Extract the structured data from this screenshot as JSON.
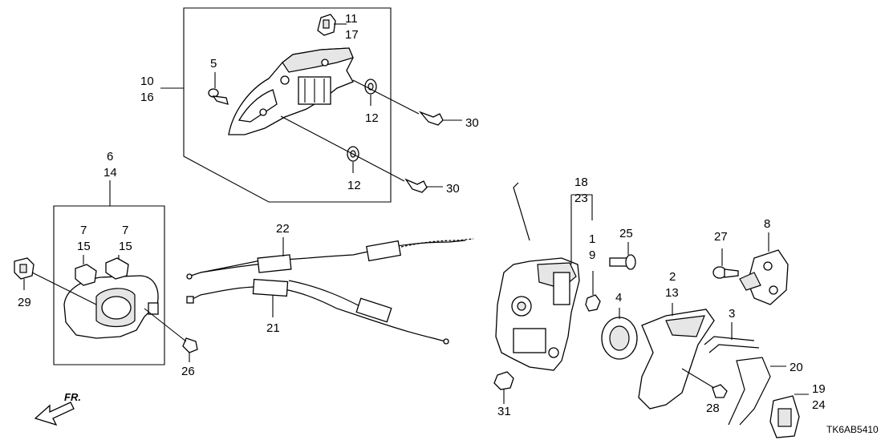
{
  "labels": {
    "p1": "1",
    "p2": "2",
    "p3": "3",
    "p4": "4",
    "p5": "5",
    "p6": "6",
    "p7a": "7",
    "p7b": "7",
    "p8": "8",
    "p9": "9",
    "p10": "10",
    "p11": "11",
    "p12a": "12",
    "p12b": "12",
    "p13": "13",
    "p14": "14",
    "p15a": "15",
    "p15b": "15",
    "p16": "16",
    "p17": "17",
    "p18": "18",
    "p19": "19",
    "p20": "20",
    "p21": "21",
    "p22": "22",
    "p23": "23",
    "p24": "24",
    "p25": "25",
    "p26": "26",
    "p27": "27",
    "p28": "28",
    "p29": "29",
    "p30a": "30",
    "p30b": "30",
    "p31": "31"
  },
  "direction": {
    "text": "FR."
  },
  "diagram_ref": "TK6AB5410",
  "icons": {
    "outer_handle": "outer-door-handle-icon",
    "inner_handle": "inner-door-handle-icon",
    "latch": "door-latch-actuator-icon",
    "striker": "door-striker-icon",
    "cables": "release-cable-icon",
    "direction": "front-direction-arrow-icon"
  }
}
